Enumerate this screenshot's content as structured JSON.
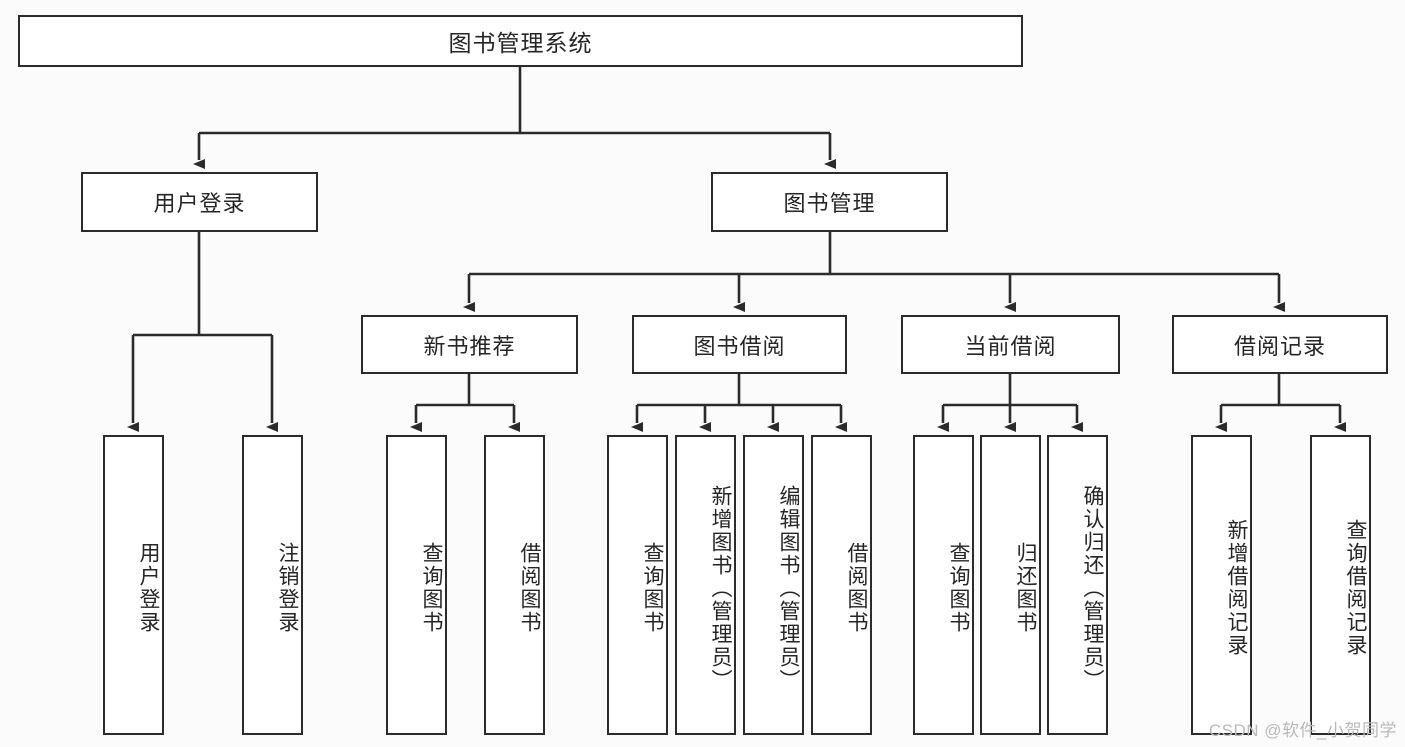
{
  "diagram": {
    "title": "图书管理系统",
    "type": "tree",
    "watermark": "CSDN @软件_小贺同学",
    "colors": {
      "border": "#2b2b2b",
      "background": "#ffffff",
      "canvas": "#fbfbfb",
      "text": "#262626",
      "watermark": "#b9b9b9"
    },
    "root": {
      "label": "图书管理系统"
    },
    "level2": [
      {
        "label": "用户登录"
      },
      {
        "label": "图书管理"
      }
    ],
    "level3": [
      {
        "label": "新书推荐"
      },
      {
        "label": "图书借阅"
      },
      {
        "label": "当前借阅"
      },
      {
        "label": "借阅记录"
      }
    ],
    "leaves": {
      "user_login": [
        {
          "label": "用户登录"
        },
        {
          "label": "注销登录"
        }
      ],
      "new_book_recommend": [
        {
          "label": "查询图书"
        },
        {
          "label": "借阅图书"
        }
      ],
      "book_borrow": [
        {
          "label": "查询图书"
        },
        {
          "label": "新增图书（管理员）"
        },
        {
          "label": "编辑图书（管理员）"
        },
        {
          "label": "借阅图书"
        }
      ],
      "current_borrow": [
        {
          "label": "查询图书"
        },
        {
          "label": "归还图书"
        },
        {
          "label": "确认归还（管理员）"
        }
      ],
      "borrow_record": [
        {
          "label": "新增借阅记录"
        },
        {
          "label": "查询借阅记录"
        }
      ]
    }
  }
}
